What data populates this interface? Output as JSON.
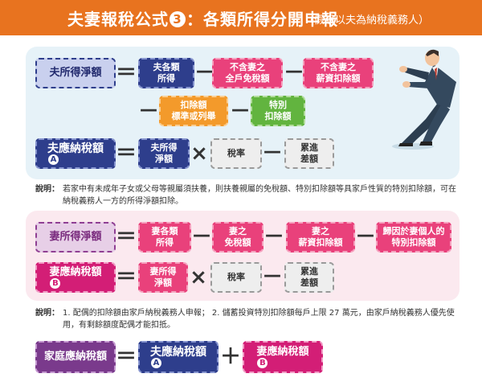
{
  "title": {
    "main_pre": "夫妻報稅公式",
    "main_num": "3",
    "main_post": "：各類所得分開申報",
    "subtitle": "（假設以夫為納稅義務人）"
  },
  "husband": {
    "taxable_income": "夫所得淨額",
    "income_line1": "夫各類",
    "income_line2": "所得",
    "nonspouse_line1": "不含妻之",
    "nonspouse_line2": "全戶免稅額",
    "nonsalary_line1": "不含妻之",
    "nonsalary_line2": "薪資扣除額",
    "deduction_line1": "扣除額",
    "deduction_line2": "標準或列舉",
    "special_line1": "特別",
    "special_line2": "扣除額",
    "tax_payable": "夫應納稅額",
    "badge": "A",
    "net_line1": "夫所得",
    "net_line2": "淨額",
    "rate": "稅率",
    "progressive_line1": "累進",
    "progressive_line2": "差額"
  },
  "note1": {
    "label": "說明：",
    "text": "若家中有未成年子女或父母等親屬須扶養，則扶養親屬的免稅額、特別扣除額等具家戶性質的特別扣除額，可在納稅義務人一方的所得淨額扣除。"
  },
  "wife": {
    "taxable_income": "妻所得淨額",
    "income_line1": "妻各類",
    "income_line2": "所得",
    "exempt_line1": "妻之",
    "exempt_line2": "免稅額",
    "salary_line1": "妻之",
    "salary_line2": "薪資扣除額",
    "special_line1": "歸因於妻個人的",
    "special_line2": "特別扣除額",
    "tax_payable": "妻應納稅額",
    "badge": "B",
    "net_line1": "妻所得",
    "net_line2": "淨額",
    "rate": "稅率",
    "progressive_line1": "累進",
    "progressive_line2": "差額"
  },
  "note2": {
    "label": "說明：",
    "text": "1. 配偶的扣除額由家戶納稅義務人申報； 2. 儲蓄投資特別扣除額每戶上限 27 萬元，由家戶納稅義務人優先使用，有剩餘額度配偶才能扣抵。"
  },
  "family": {
    "total": "家庭應納稅額",
    "husband_tax": "夫應納稅額",
    "badge_a": "A",
    "wife_tax": "妻應納稅額",
    "badge_b": "B"
  },
  "ops": {
    "eq": "＝",
    "minus": "－",
    "times": "×",
    "plus": "＋"
  },
  "colors": {
    "header": "#e8731f",
    "navy": "#2e3e8c",
    "pink": "#e9417b",
    "orange": "#f39a2b",
    "green": "#62b43f",
    "magenta": "#d31e76",
    "purple": "#7a3a8c"
  }
}
